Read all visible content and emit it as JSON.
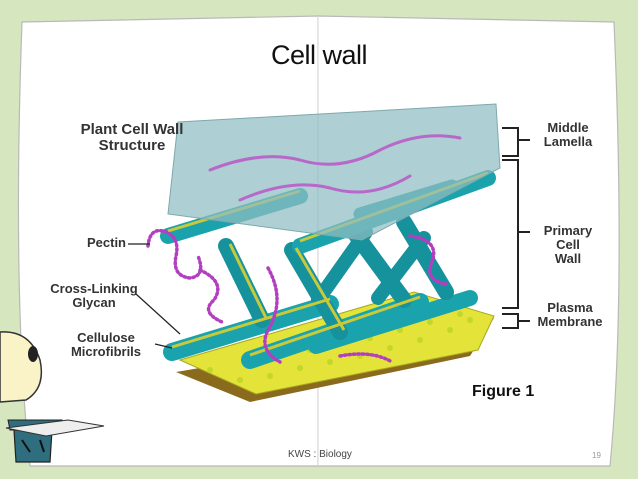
{
  "slide": {
    "title": "Cell wall",
    "footer": "KWS : Biology",
    "page_number": "19"
  },
  "figure": {
    "heading_line1": "Plant Cell Wall",
    "heading_line2": "Structure",
    "caption": "Figure 1",
    "left_labels": {
      "pectin": "Pectin",
      "crosslinking_1": "Cross-Linking",
      "crosslinking_2": "Glycan",
      "cellulose_1": "Cellulose",
      "cellulose_2": "Microfibrils"
    },
    "right_labels": {
      "middle_1": "Middle",
      "middle_2": "Lamella",
      "primary_1": "Primary",
      "primary_2": "Cell",
      "primary_3": "Wall",
      "plasma_1": "Plasma",
      "plasma_2": "Membrane"
    }
  },
  "colors": {
    "background": "#d6e6bf",
    "page": "#ffffff",
    "cellulose": "#1aa3ad",
    "glycan": "#c9c93a",
    "pectin": "#b23fc0",
    "membrane": "#e3e33a",
    "lamella": "#9fc6c9"
  }
}
